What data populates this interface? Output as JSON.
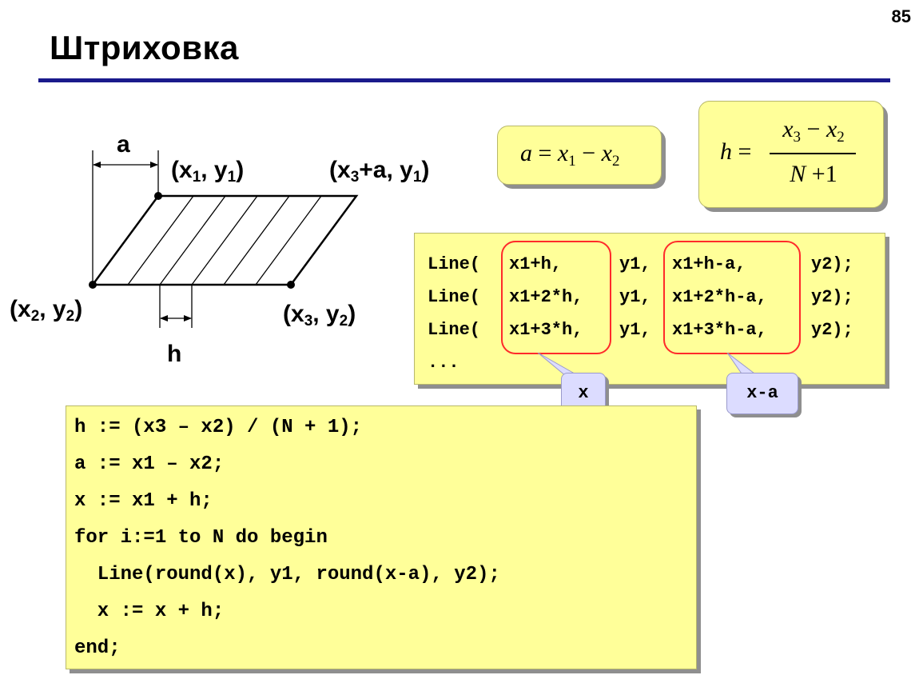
{
  "slide": {
    "number": "85",
    "title": "Штриховка"
  },
  "diagram": {
    "label_a": "a",
    "label_h": "h",
    "p1": {
      "open": "(x",
      "s1": "1",
      "mid": ", y",
      "s2": "1",
      "close": ")"
    },
    "p2": {
      "open": "(x",
      "s1": "2",
      "mid": ", y",
      "s2": "2",
      "close": ")"
    },
    "p3": {
      "open": "(x",
      "s1": "3",
      "mid": ", y",
      "s2": "2",
      "close": ")"
    },
    "p4": {
      "open": "(x",
      "s1": "3",
      "mid": "+a, y",
      "s2": "1",
      "close": ")"
    }
  },
  "formula_a": {
    "lhs": "a",
    "eq": " = ",
    "v1": "x",
    "s1": "1",
    "op": " − ",
    "v2": "x",
    "s2": "2"
  },
  "formula_h": {
    "lhs": "h",
    "eq": " = ",
    "num": {
      "v1": "x",
      "s1": "3",
      "op": " − ",
      "v2": "x",
      "s2": "2"
    },
    "den": {
      "v": "N",
      "rest": " +1"
    }
  },
  "line_calls": {
    "rows": [
      {
        "fn": "Line(",
        "a": "x1+h,",
        "b": "y1,",
        "c": "x1+h-a,",
        "d": "y2);"
      },
      {
        "fn": "Line(",
        "a": "x1+2*h,",
        "b": "y1,",
        "c": "x1+2*h-a,",
        "d": "y2);"
      },
      {
        "fn": "Line(",
        "a": "x1+3*h,",
        "b": "y1,",
        "c": "x1+3*h-a,",
        "d": "y2);"
      }
    ],
    "ellipsis": "...",
    "callout_x": "x",
    "callout_xa": "x-a"
  },
  "program": {
    "lines": [
      "h := (x3 – x2) / (N + 1);",
      "a := x1 – x2;",
      "x := x1 + h;",
      "for i:=1 to N do begin",
      "  Line(round(x), y1, round(x-a), y2);",
      "  x := x + h;",
      "end;"
    ]
  }
}
